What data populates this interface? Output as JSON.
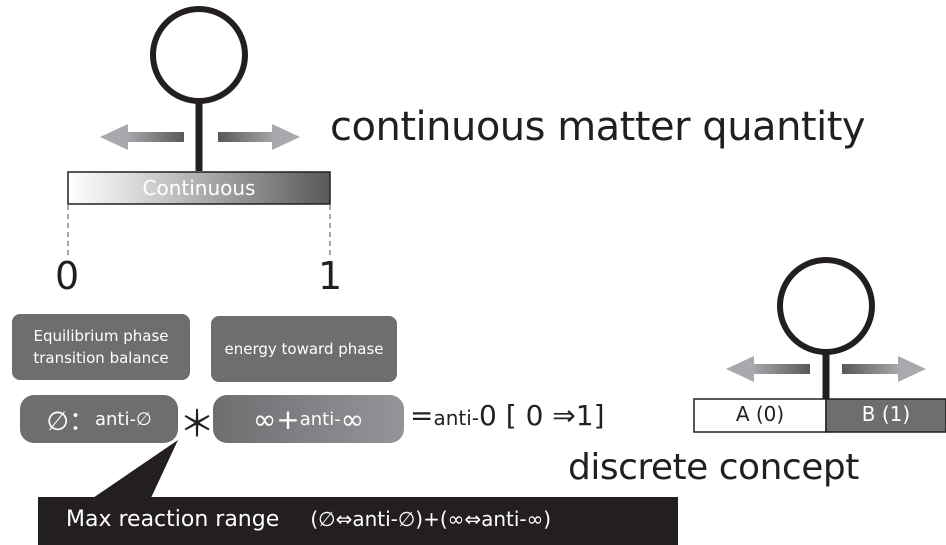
{
  "top": {
    "title": "continuous matter quantity",
    "bar_label": "Continuous",
    "scale_min": "0",
    "scale_max": "1"
  },
  "boxes": {
    "left": [
      "Equilibrium phase",
      "transition balance"
    ],
    "right": "energy toward phase"
  },
  "equation": {
    "term1_symbol": "∅：",
    "term1_anti": "anti-∅",
    "operator": "＊",
    "term2_inf": "∞+",
    "term2_anti": "anti-",
    "term2_inf2": "∞",
    "equals": "=",
    "result_anti": "anti-",
    "result_zero": "0",
    "bracket": "[ 0 ⇒1]"
  },
  "callout": {
    "title": "Max reaction range",
    "formula": "(∅⇔anti-∅)+(∞⇔anti-∞)"
  },
  "discrete": {
    "label": "discrete concept",
    "left_cell": "A (0)",
    "right_cell": "B (1)"
  },
  "colors": {
    "ink": "#231f20",
    "dark_gray": "#6d6e70",
    "mid_gray": "#8a8c8e",
    "light_gray": "#bcbec0",
    "callout_bg": "#231f20"
  }
}
